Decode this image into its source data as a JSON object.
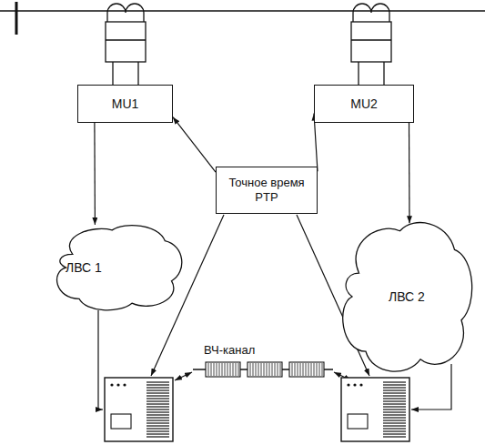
{
  "diagram": {
    "nodes": [
      {
        "text": [
          "MU1"
        ]
      },
      {
        "text": [
          "MU2"
        ]
      },
      {
        "text": [
          "Точное время PTP"
        ]
      },
      {
        "text": [
          "ЛВС 1"
        ]
      },
      {
        "text": [
          "ЛВС 2"
        ]
      }
    ],
    "edges": [
      {
        "from": 2,
        "to": 0,
        "arrow": "to"
      },
      {
        "from": 2,
        "to": 1,
        "arrow": "to"
      },
      {
        "from": 0,
        "to": 3,
        "arrow": "to"
      },
      {
        "from": 1,
        "to": 4,
        "arrow": "to"
      }
    ],
    "labels": [
      "ВЧ-канал"
    ]
  }
}
